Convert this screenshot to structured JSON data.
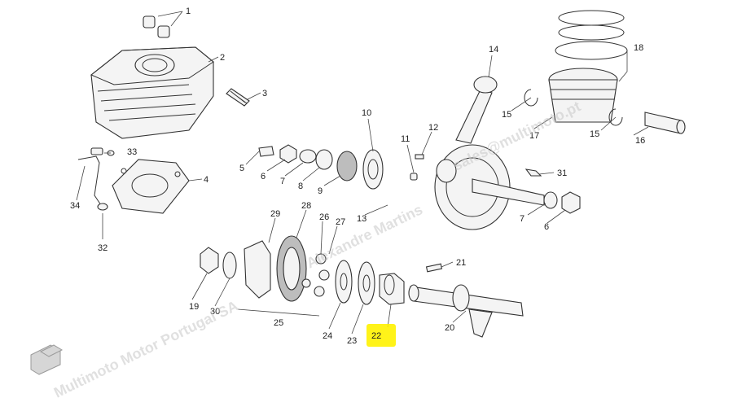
{
  "callouts": {
    "c1": "1",
    "c2": "2",
    "c3": "3",
    "c4": "4",
    "c5": "5",
    "c6a": "6",
    "c6b": "6",
    "c7a": "7",
    "c7b": "7",
    "c8": "8",
    "c9": "9",
    "c10": "10",
    "c11": "11",
    "c12": "12",
    "c13": "13",
    "c14": "14",
    "c15a": "15",
    "c15b": "15",
    "c16": "16",
    "c17": "17",
    "c18": "18",
    "c19": "19",
    "c20": "20",
    "c21": "21",
    "c22": "22",
    "c23": "23",
    "c24": "24",
    "c25": "25",
    "c26": "26",
    "c27": "27",
    "c28": "28",
    "c29": "29",
    "c30": "30",
    "c31": "31",
    "c32": "32",
    "c33": "33",
    "c34": "34"
  },
  "highlight": {
    "part": "22",
    "color": "#fff200"
  },
  "watermark": {
    "line1": "Multimoto Motor Portugal SA",
    "line2": "Alexandre Martins",
    "line3": "sales@multimoto.pt"
  }
}
